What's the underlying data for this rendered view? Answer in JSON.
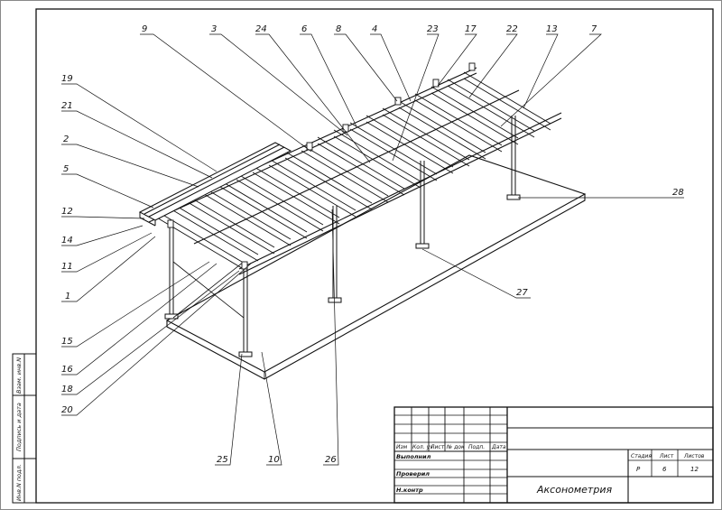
{
  "callouts": {
    "c9": "9",
    "c3": "3",
    "c24": "24",
    "c6": "6",
    "c8": "8",
    "c4": "4",
    "c23": "23",
    "c17": "17",
    "c22": "22",
    "c13": "13",
    "c7": "7",
    "c19": "19",
    "c21": "21",
    "c2": "2",
    "c5": "5",
    "c12": "12",
    "c14": "14",
    "c11": "11",
    "c1": "1",
    "c15": "15",
    "c16": "16",
    "c18": "18",
    "c20": "20",
    "c25": "25",
    "c10": "10",
    "c26": "26",
    "c27": "27",
    "c28": "28"
  },
  "side_stamp": {
    "inv_no": "Инв.N подл.",
    "sign_date": "Подпись и дата",
    "replace_inv": "Взам. инв.N"
  },
  "title_block": {
    "headers": {
      "change": "Изм",
      "qty": "Кол. уч",
      "sheet": "Лист",
      "doc_no": "№ док",
      "signature": "Подп.",
      "date": "Дата"
    },
    "roles": {
      "drawn": "Выполнил",
      "checked": "Проверил",
      "norm_control": "Н.контр"
    },
    "stage_label": "Стадия",
    "sheet_label": "Лист",
    "sheets_label": "Листов",
    "stage_value": "Р",
    "sheet_value": "6",
    "sheets_value": "12",
    "drawing_title": "Аксонометрия"
  },
  "colors": {
    "line": "#111111",
    "paper": "#ffffff"
  }
}
